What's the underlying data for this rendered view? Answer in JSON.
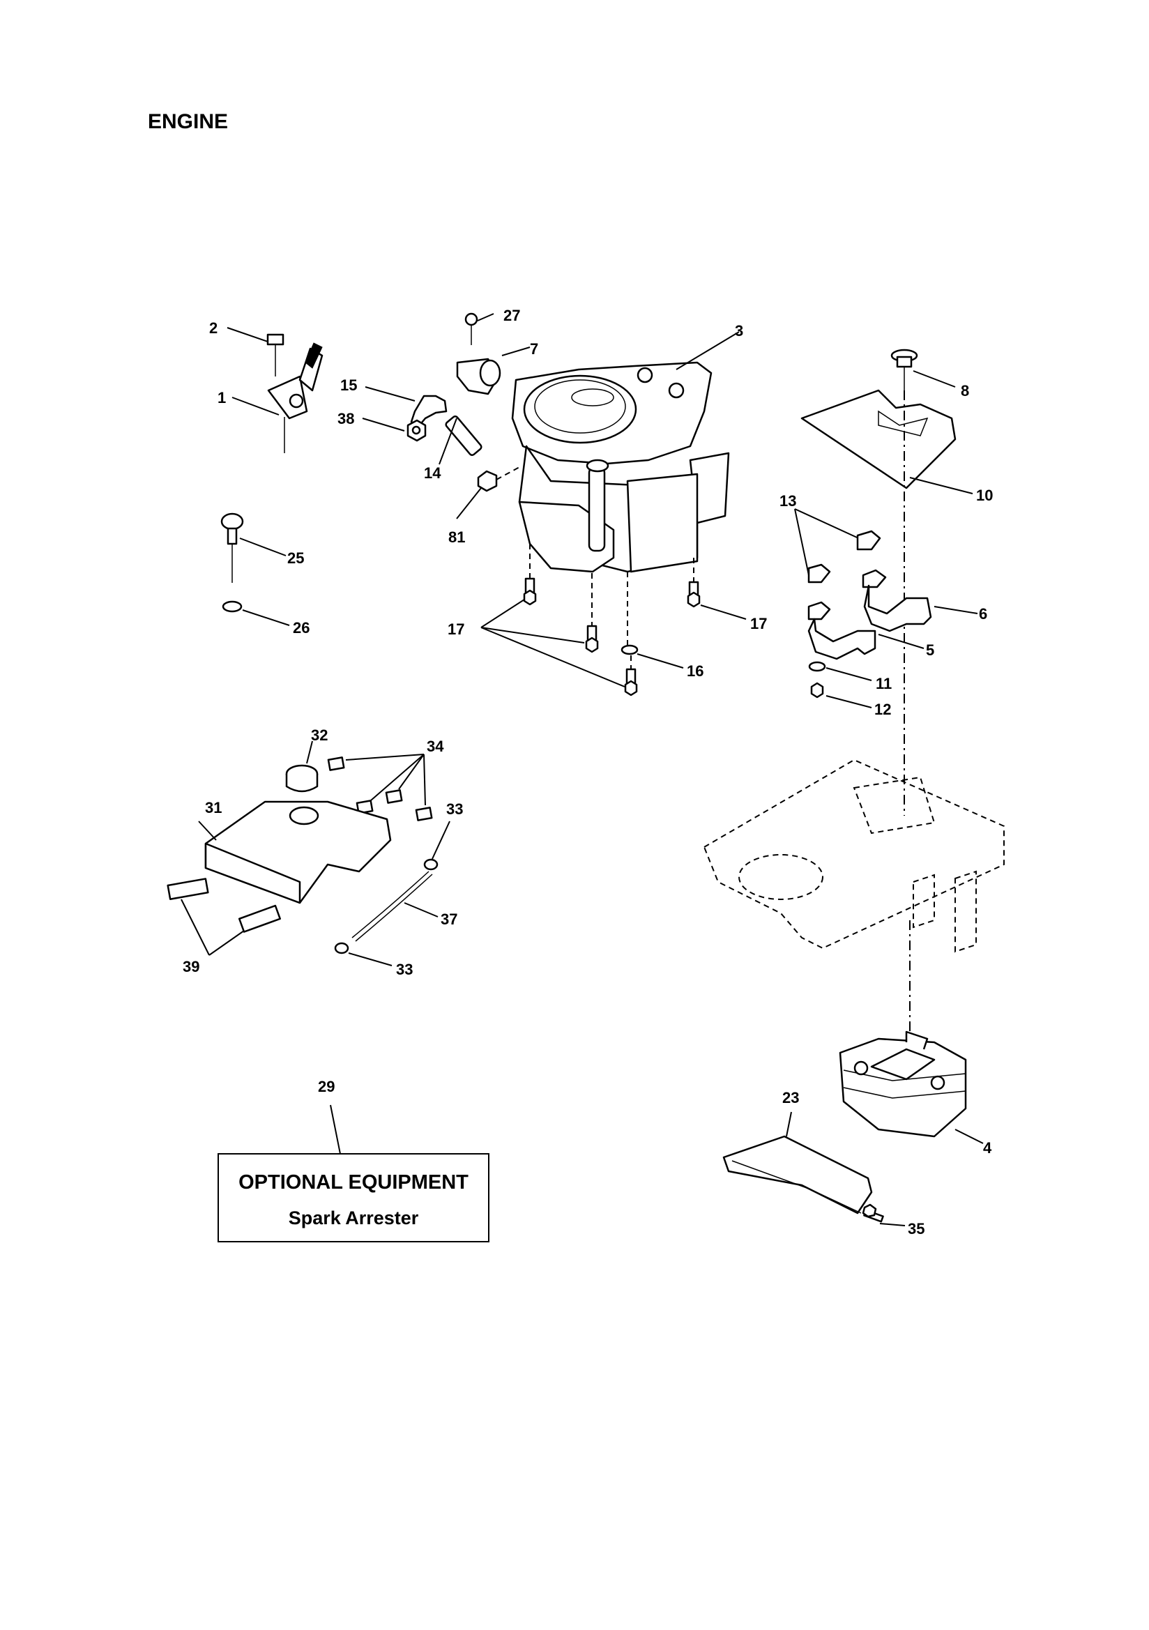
{
  "title": "ENGINE",
  "callouts": {
    "c1": "1",
    "c2": "2",
    "c3": "3",
    "c4": "4",
    "c5": "5",
    "c6": "6",
    "c7": "7",
    "c8": "8",
    "c10": "10",
    "c11": "11",
    "c12": "12",
    "c13": "13",
    "c14": "14",
    "c15": "15",
    "c16": "16",
    "c17a": "17",
    "c17b": "17",
    "c23": "23",
    "c25": "25",
    "c26": "26",
    "c27": "27",
    "c29": "29",
    "c31": "31",
    "c32": "32",
    "c33a": "33",
    "c33b": "33",
    "c34": "34",
    "c35": "35",
    "c37": "37",
    "c38": "38",
    "c39": "39",
    "c81": "81"
  },
  "optional_box": {
    "heading": "OPTIONAL EQUIPMENT",
    "item": "Spark Arrester"
  }
}
